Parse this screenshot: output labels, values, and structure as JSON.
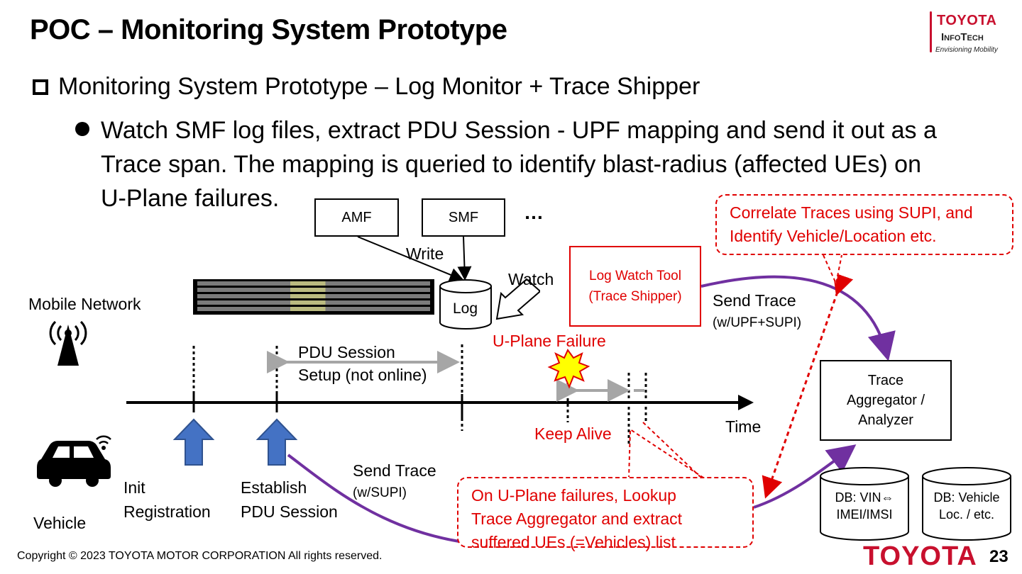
{
  "slide": {
    "title": "POC – Monitoring System Prototype",
    "bullet1": "Monitoring System Prototype – Log Monitor + Trace Shipper",
    "bullet2_lines": [
      "Watch SMF log files, extract PDU Session - UPF mapping and send it out as a",
      "Trace span.  The mapping is queried to identify blast-radius (affected UEs) on",
      "U-Plane failures."
    ],
    "logo": {
      "line1": "TOYOTA",
      "line2": "InfoTech",
      "line3": "Envisioning Mobility"
    },
    "copyright": "Copyright ©  2023 TOYOTA MOTOR CORPORATION All rights reserved.",
    "footer_brand": "TOYOTA",
    "page_number": "23"
  },
  "diagram": {
    "amf": "AMF",
    "smf": "SMF",
    "ellipsis": "…",
    "write": "Write",
    "watch": "Watch",
    "log": "Log",
    "log_watch_tool": [
      "Log Watch Tool",
      "(Trace Shipper)"
    ],
    "send_trace_top": [
      "Send Trace",
      "(w/UPF+SUPI)"
    ],
    "callout_top": [
      "Correlate Traces using SUPI, and",
      "Identify Vehicle/Location etc."
    ],
    "mobile_network": "Mobile Network",
    "u_plane_failure": "U-Plane Failure",
    "pdu_session_setup": [
      "PDU Session",
      "Setup (not online)"
    ],
    "keep_alive": "Keep Alive",
    "time": "Time",
    "trace_aggregator": [
      "Trace",
      "Aggregator /",
      "Analyzer"
    ],
    "init_registration": [
      "Init",
      "Registration"
    ],
    "establish_pdu": [
      "Establish",
      "PDU Session"
    ],
    "send_trace_bottom": [
      "Send Trace",
      "(w/SUPI)"
    ],
    "callout_bottom": [
      "On U-Plane failures, Lookup",
      "Trace Aggregator and extract",
      "suffered UEs (=Vehicles) list"
    ],
    "db1": [
      "DB: VIN⇔",
      "IMEI/IMSI"
    ],
    "db2": [
      "DB: Vehicle",
      "Loc. / etc."
    ],
    "vehicle": "Vehicle",
    "colors": {
      "red": "#e00000",
      "purple": "#7030a0",
      "blue": "#4472c4",
      "gray": "#a6a6a6",
      "brand": "#c8102e"
    }
  }
}
